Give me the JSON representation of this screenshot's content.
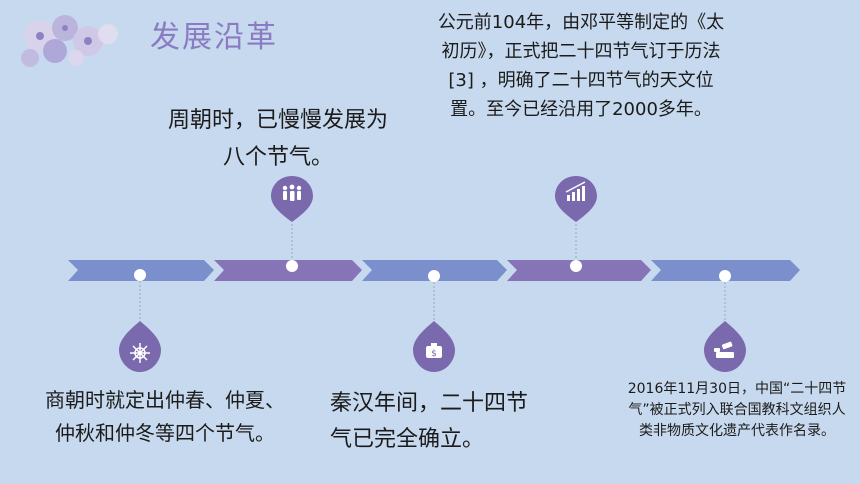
{
  "page": {
    "title": "发展沿革"
  },
  "icons": [
    "flower-decoration",
    "ship-wheel-icon",
    "people-group-icon",
    "money-bag-icon",
    "bar-chart-icon",
    "cash-hand-icon"
  ],
  "colors": {
    "background": "#c7d9ee",
    "arrow_blue": "#7a8fcc",
    "arrow_purple": "#8774b6",
    "pin": "#7a6aad"
  },
  "events": [
    {
      "id": "shang",
      "text": "商朝时就定出仲春、仲夏、仲秋和仲冬等四个节气。"
    },
    {
      "id": "zhou",
      "text": "周朝时，已慢慢发展为八个节气。"
    },
    {
      "id": "qinhan",
      "text": "秦汉年间，二十四节气已完全确立。"
    },
    {
      "id": "taichu",
      "text": "公元前104年，由邓平等制定的《太初历》，正式把二十四节气订于历法[3]  ，明确了二十四节气的天文位置。至今已经沿用了2000多年。"
    },
    {
      "id": "unesco",
      "text": "2016年11月30日，中国“二十四节气”被正式列入联合国教科文组织人类非物质文化遗产代表作名录。"
    }
  ]
}
